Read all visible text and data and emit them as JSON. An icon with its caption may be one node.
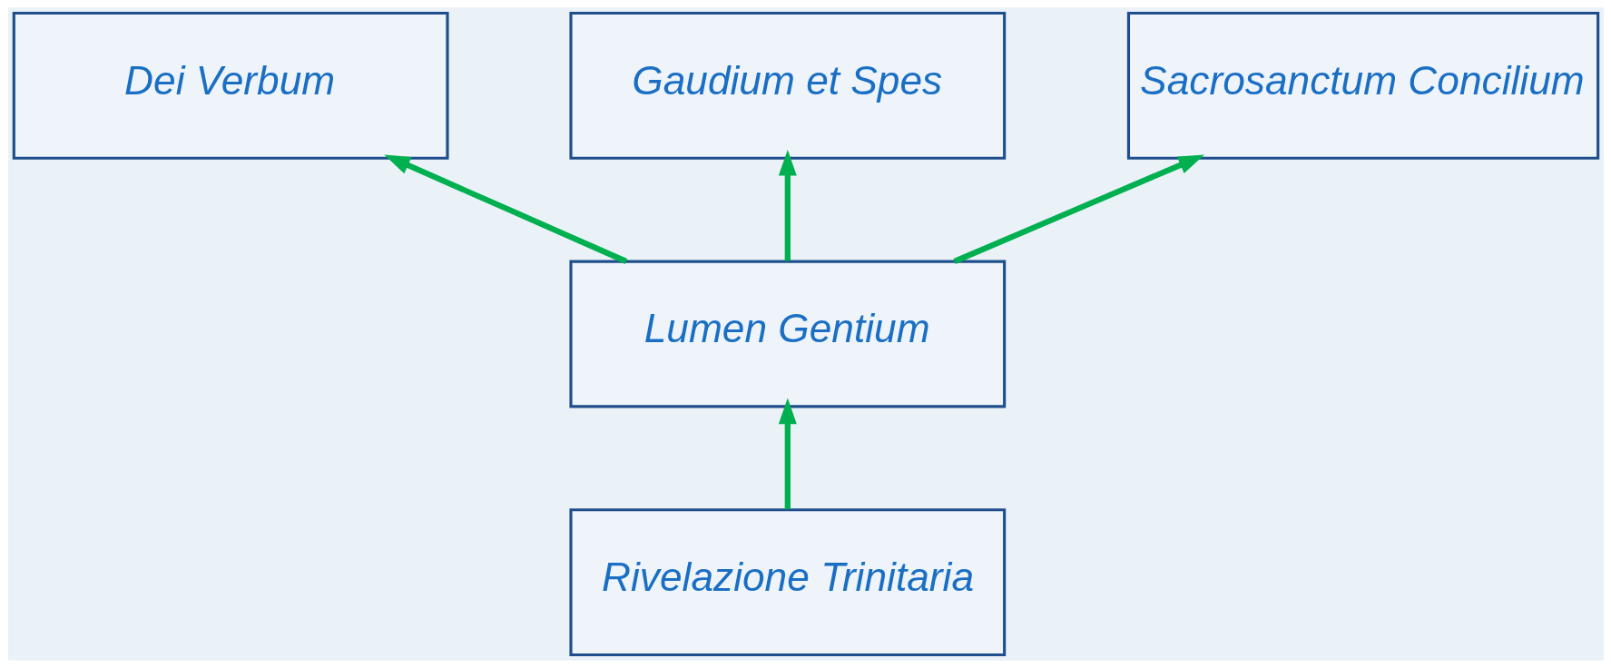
{
  "diagram": {
    "nodes": [
      {
        "text": [
          "Dei Verbum"
        ]
      },
      {
        "text": [
          "Gaudium et Spes"
        ]
      },
      {
        "text": [
          "Sacrosanctum Concilium"
        ]
      },
      {
        "text": [
          "Lumen Gentium"
        ]
      },
      {
        "text": [
          "Rivelazione Trinitaria"
        ]
      }
    ],
    "edges": [
      {
        "from": 3,
        "to": 0,
        "arrow": "to"
      },
      {
        "from": 3,
        "to": 1,
        "arrow": "to"
      },
      {
        "from": 3,
        "to": 2,
        "arrow": "to"
      },
      {
        "from": 4,
        "to": 3,
        "arrow": "to"
      }
    ]
  }
}
